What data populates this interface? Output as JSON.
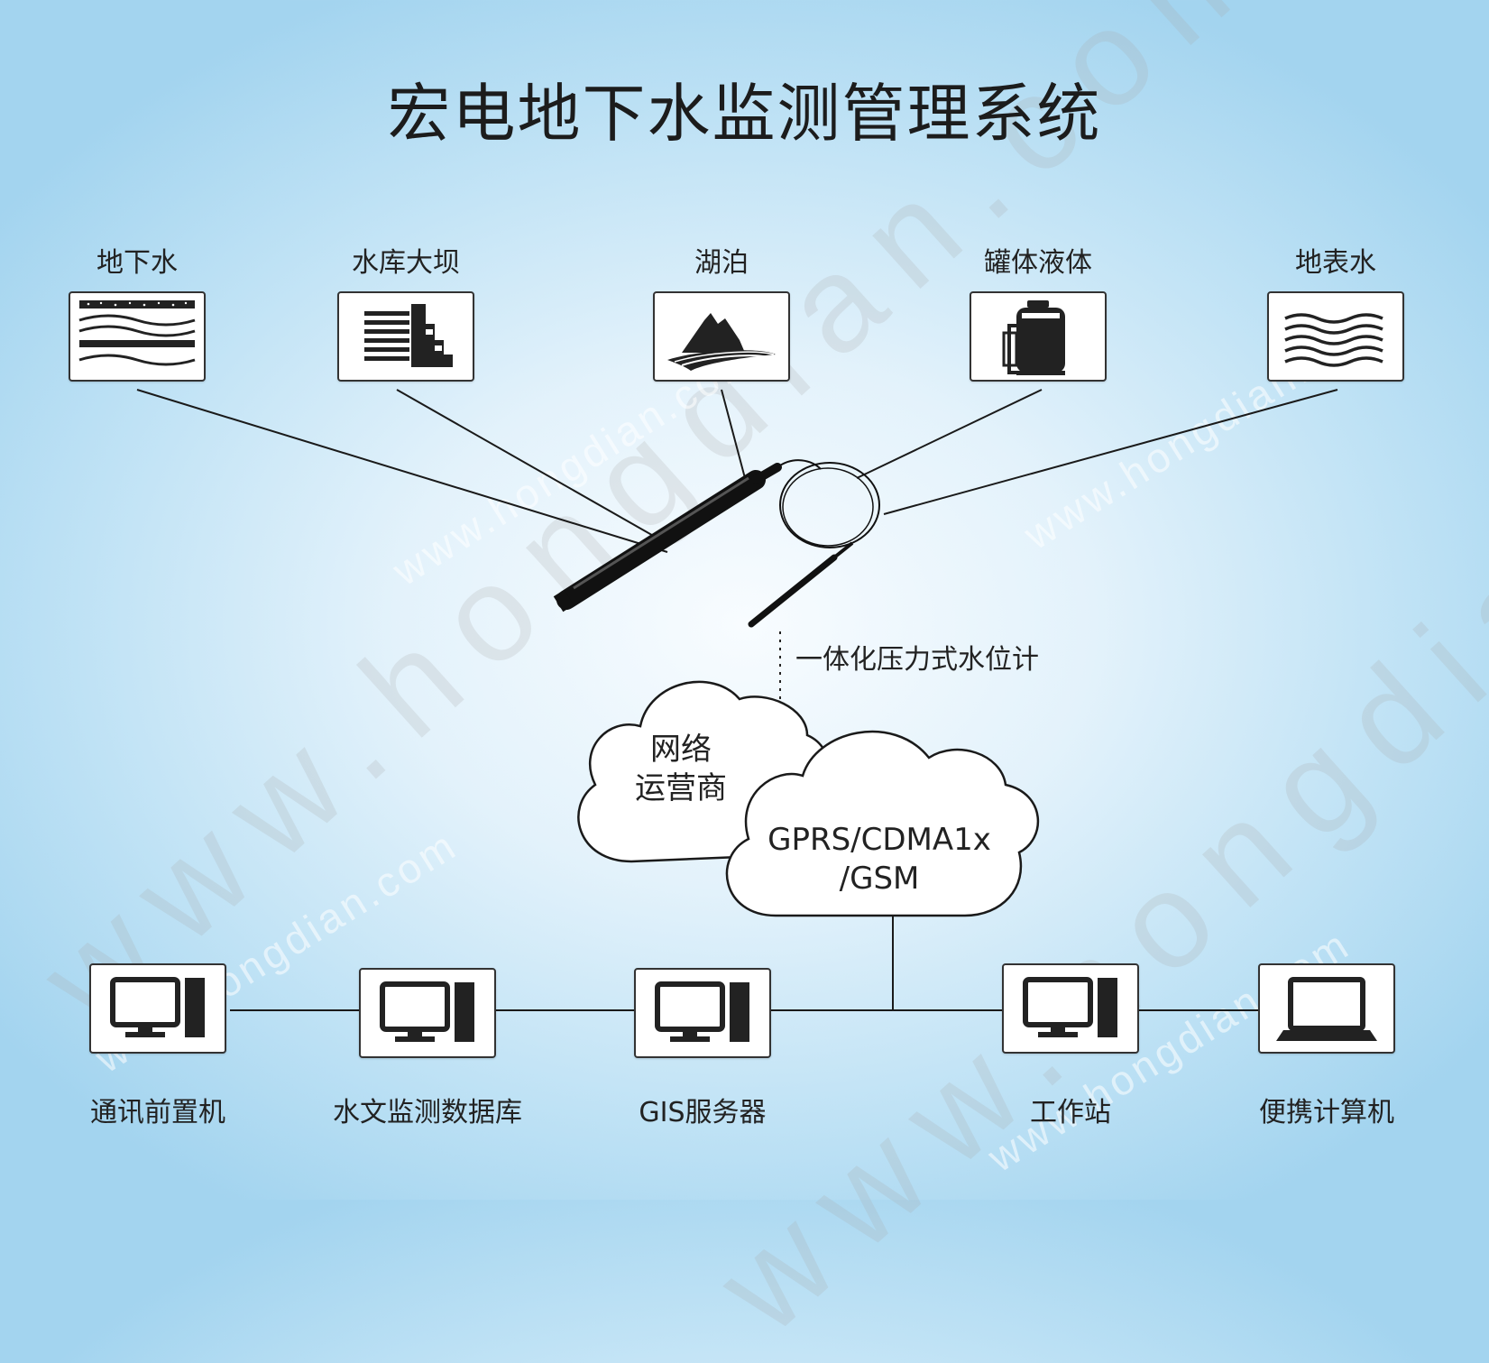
{
  "title": "宏电地下水监测管理系统",
  "sources": [
    {
      "label": "地下水",
      "icon": "groundwater-icon"
    },
    {
      "label": "水库大坝",
      "icon": "dam-icon"
    },
    {
      "label": "湖泊",
      "icon": "lake-icon"
    },
    {
      "label": "罐体液体",
      "icon": "tank-icon"
    },
    {
      "label": "地表水",
      "icon": "surface-water-icon"
    }
  ],
  "sensor": {
    "label": "一体化压力式水位计"
  },
  "clouds": {
    "operator": [
      "网络",
      "运营商"
    ],
    "network": [
      "GPRS/CDMA1x",
      "/GSM"
    ]
  },
  "endpoints": [
    {
      "label": "通讯前置机",
      "icon": "desktop-computer-icon"
    },
    {
      "label": "水文监测数据库",
      "icon": "desktop-computer-icon"
    },
    {
      "label": "GIS服务器",
      "icon": "desktop-computer-icon"
    },
    {
      "label": "工作站",
      "icon": "desktop-computer-icon"
    },
    {
      "label": "便携计算机",
      "icon": "laptop-icon"
    }
  ],
  "watermark": {
    "big": "www.hongdian.com",
    "small": "www.hongdian.com"
  },
  "colors": {
    "line": "#1a1a1a",
    "box_border": "#333333",
    "background_center": "#f8fcff",
    "background_edge": "#a3d4ef"
  }
}
